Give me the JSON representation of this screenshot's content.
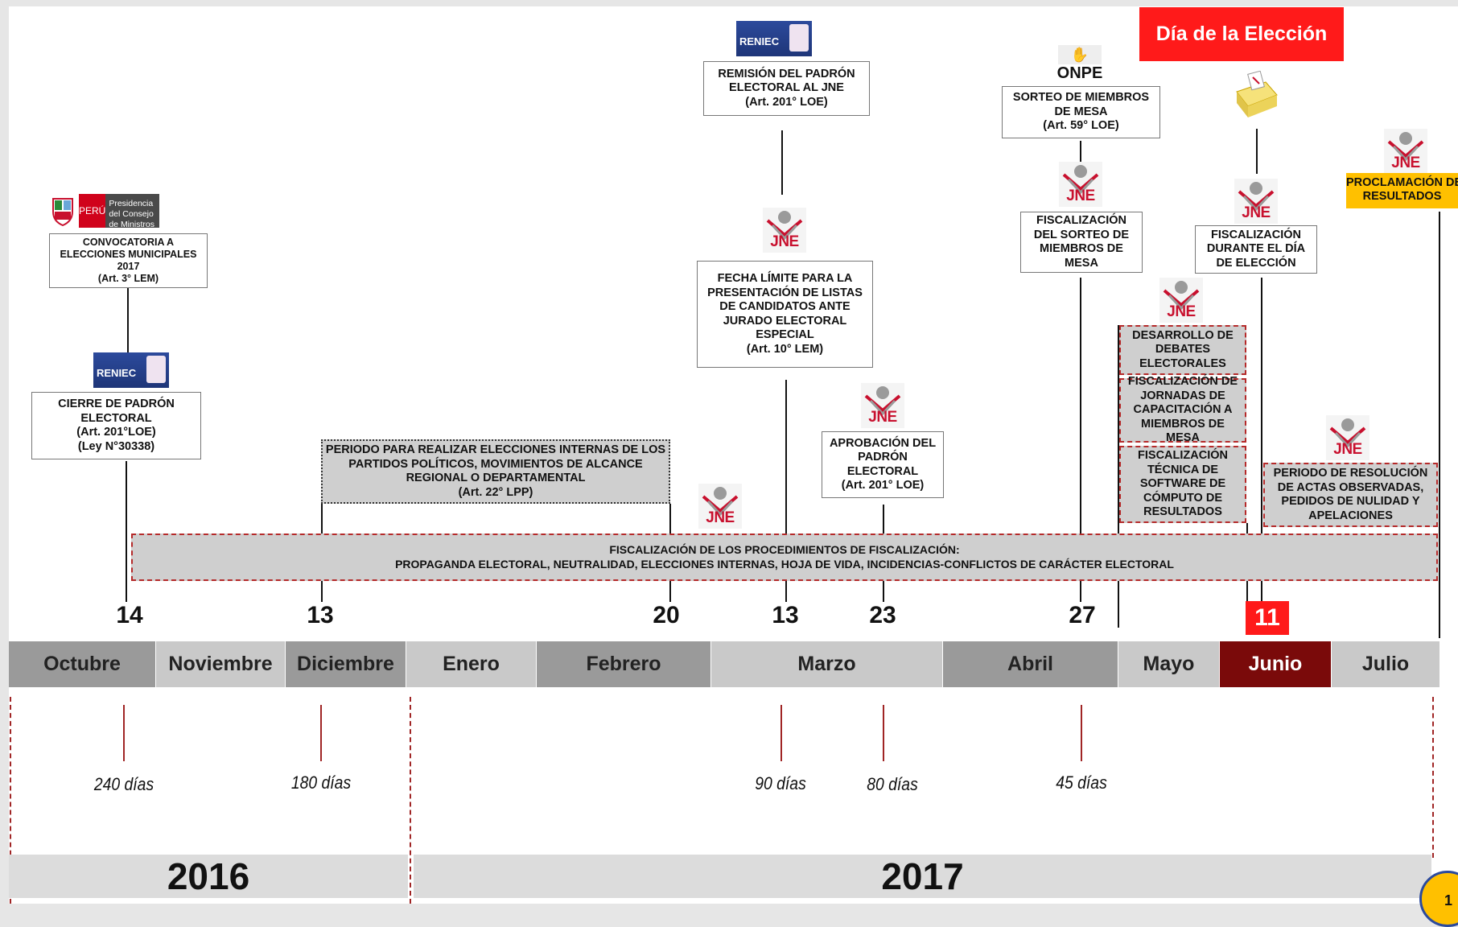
{
  "header": {
    "election_day_banner": "Día de la Elección",
    "election_day_color": "#ff1a1a"
  },
  "logos": {
    "pcm_peru": "PERÚ",
    "pcm_name_line1": "Presidencia",
    "pcm_name_line2": "del Consejo de Ministros",
    "reniec": "RENIEC",
    "onpe": "ONPE",
    "jne": "JNE"
  },
  "events": {
    "convocatoria": [
      "CONVOCATORIA A",
      "ELECCIONES MUNICIPALES",
      "2017",
      "(Art. 3° LEM)"
    ],
    "cierre_padron": [
      "CIERRE DE PADRÓN",
      "ELECTORAL",
      "(Art. 201°LOE)",
      "(Ley N°30338)"
    ],
    "periodo_internas": [
      "PERIODO PARA REALIZAR ELECCIONES INTERNAS DE LOS",
      "PARTIDOS POLÍTICOS, MOVIMIENTOS DE ALCANCE",
      "REGIONAL O DEPARTAMENTAL",
      "(Art. 22° LPP)"
    ],
    "remision_padron": [
      "REMISIÓN DEL PADRÓN",
      "ELECTORAL AL JNE",
      "(Art. 201° LOE)"
    ],
    "fecha_limite": [
      "FECHA LÍMITE PARA LA",
      "PRESENTACIÓN DE LISTAS",
      "DE CANDIDATOS ANTE",
      "JURADO ELECTORAL",
      "ESPECIAL",
      "(Art. 10° LEM)"
    ],
    "aprobacion_padron": [
      "APROBACIÓN DEL",
      "PADRÓN",
      "ELECTORAL",
      "(Art. 201° LOE)"
    ],
    "sorteo_miembros": [
      "SORTEO DE MIEMBROS",
      "DE MESA",
      "(Art. 59° LOE)"
    ],
    "fiscalizacion_sorteo": [
      "FISCALIZACIÓN",
      "DEL SORTEO DE",
      "MIEMBROS DE",
      "MESA"
    ],
    "fiscalizacion_dia": [
      "FISCALIZACIÓN",
      "DURANTE EL DÍA",
      "DE ELECCIÓN"
    ],
    "proclamacion": [
      "PROCLAMACIÓN DE",
      "RESULTADOS"
    ],
    "debates": [
      "DESARROLLO DE",
      "DEBATES",
      "ELECTORALES"
    ],
    "jornadas": [
      "FISCALIZACIÓN DE",
      "JORNADAS DE",
      "CAPACITACIÓN A",
      "MIEMBROS DE MESA"
    ],
    "software": [
      "FISCALIZACIÓN",
      "TÉCNICA DE",
      "SOFTWARE DE",
      "CÓMPUTO DE",
      "RESULTADOS"
    ],
    "resolucion_actas": [
      "PERIODO DE RESOLUCIÓN",
      "DE ACTAS OBSERVADAS,",
      "PEDIDOS DE NULIDAD Y",
      "APELACIONES"
    ],
    "fiscalizacion_procedimientos": [
      "FISCALIZACIÓN DE LOS PROCEDIMIENTOS DE FISCALIZACIÓN:",
      "PROPAGANDA ELECTORAL, NEUTRALIDAD, ELECCIONES INTERNAS, HOJA DE VIDA, INCIDENCIAS-CONFLICTOS DE CARÁCTER ELECTORAL"
    ]
  },
  "dates": [
    "14",
    "13",
    "20",
    "13",
    "23",
    "27",
    "11"
  ],
  "months": [
    {
      "label": "Octubre",
      "bg": "#9a9a9a",
      "fg": "#222222"
    },
    {
      "label": "Noviembre",
      "bg": "#c9c9c9",
      "fg": "#222222"
    },
    {
      "label": "Diciembre",
      "bg": "#9a9a9a",
      "fg": "#222222"
    },
    {
      "label": "Enero",
      "bg": "#c9c9c9",
      "fg": "#222222"
    },
    {
      "label": "Febrero",
      "bg": "#9a9a9a",
      "fg": "#222222"
    },
    {
      "label": "Marzo",
      "bg": "#c9c9c9",
      "fg": "#222222"
    },
    {
      "label": "Abril",
      "bg": "#9a9a9a",
      "fg": "#222222"
    },
    {
      "label": "Mayo",
      "bg": "#c9c9c9",
      "fg": "#222222"
    },
    {
      "label": "Junio",
      "bg": "#7a0a0a",
      "fg": "#ffffff"
    },
    {
      "label": "Julio",
      "bg": "#c9c9c9",
      "fg": "#222222"
    }
  ],
  "countdown": [
    "240 días",
    "180 días",
    "90 días",
    "80 días",
    "45 días"
  ],
  "years": [
    "2016",
    "2017"
  ],
  "page_badge": "1",
  "colors": {
    "accent_red": "#a02525",
    "highlight_yellow": "#ffc000",
    "election_date_red": "#ff1a1a"
  }
}
